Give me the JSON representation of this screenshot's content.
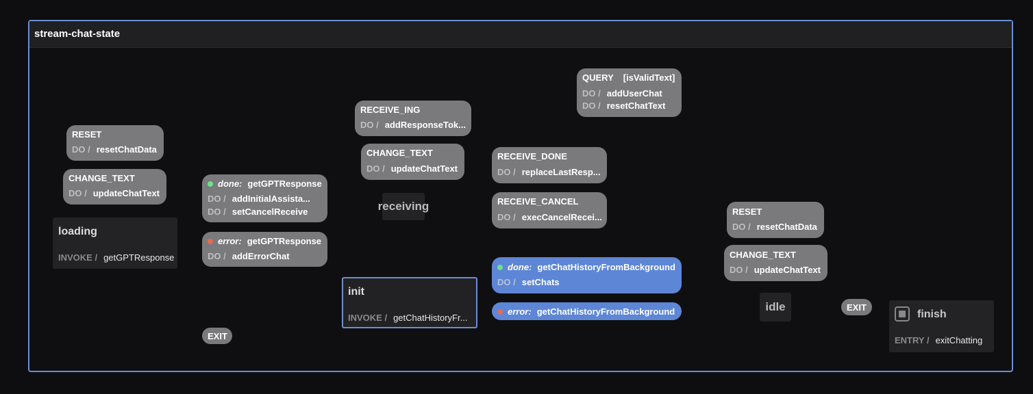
{
  "machine": {
    "title": "stream-chat-state"
  },
  "states": {
    "loading": {
      "name": "loading",
      "kw": "INVOKE /",
      "action": "getGPTResponse"
    },
    "receiving": {
      "name": "receiving"
    },
    "init": {
      "name": "init",
      "kw": "INVOKE /",
      "action": "getChatHistoryFr..."
    },
    "idle": {
      "name": "idle"
    },
    "finish": {
      "name": "finish",
      "kw": "ENTRY /",
      "action": "exitChatting"
    }
  },
  "events": {
    "reset_loading": {
      "label": "RESET",
      "kw": "DO /",
      "action": "resetChatData"
    },
    "change_text_loading": {
      "label": "CHANGE_TEXT",
      "kw": "DO /",
      "action": "updateChatText"
    },
    "done_gpt": {
      "kind": "done:",
      "label": "getGPTResponse",
      "kw": "DO /",
      "action1": "addInitialAssista...",
      "action2": "setCancelReceive"
    },
    "error_gpt": {
      "kind": "error:",
      "label": "getGPTResponse",
      "kw": "DO /",
      "action": "addErrorChat"
    },
    "exit_loading": {
      "label": "EXIT"
    },
    "receive_ing": {
      "label": "RECEIVE_ING",
      "kw": "DO /",
      "action": "addResponseTok..."
    },
    "change_text_receiving": {
      "label": "CHANGE_TEXT",
      "kw": "DO /",
      "action": "updateChatText"
    },
    "receive_done": {
      "label": "RECEIVE_DONE",
      "kw": "DO /",
      "action": "replaceLastResp..."
    },
    "receive_cancel": {
      "label": "RECEIVE_CANCEL",
      "kw": "DO /",
      "action": "execCancelRecei..."
    },
    "query": {
      "label": "QUERY",
      "guard": "[isValidText]",
      "kw": "DO /",
      "action1": "addUserChat",
      "action2": "resetChatText"
    },
    "done_history": {
      "kind": "done:",
      "label": "getChatHistoryFromBackground",
      "kw": "DO /",
      "action": "setChats"
    },
    "error_history": {
      "kind": "error:",
      "label": "getChatHistoryFromBackground"
    },
    "reset_idle": {
      "label": "RESET",
      "kw": "DO /",
      "action": "resetChatData"
    },
    "change_text_idle": {
      "label": "CHANGE_TEXT",
      "kw": "DO /",
      "action": "updateChatText"
    },
    "exit_idle": {
      "label": "EXIT"
    }
  },
  "colors": {
    "accent": "#6a8fd3",
    "event": "#7a7a7c",
    "event_active": "#5e86d6",
    "done": "#6ce38b",
    "error": "#e76a52"
  }
}
